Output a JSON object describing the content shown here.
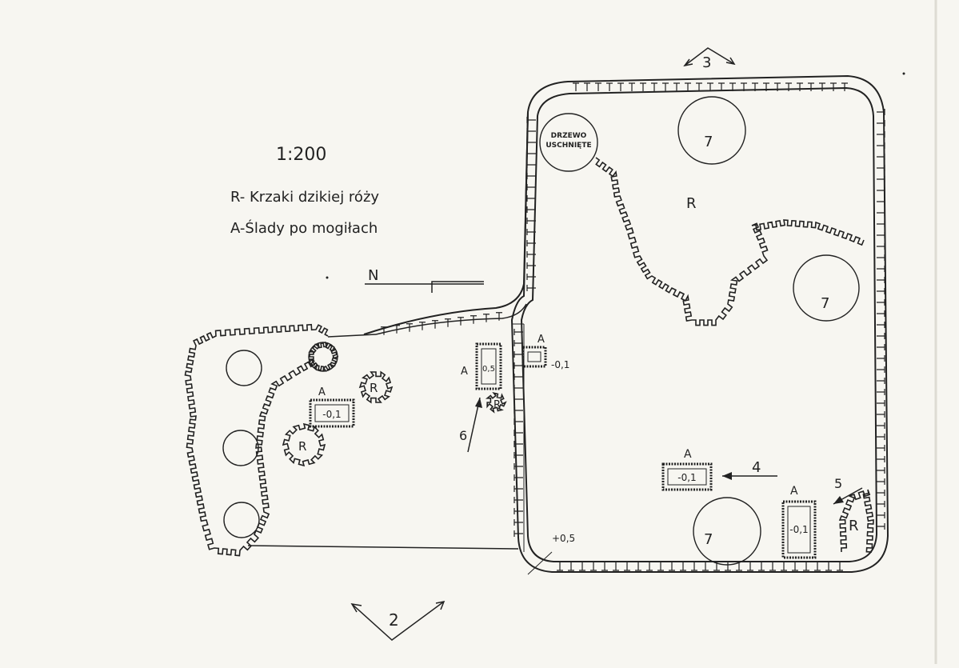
{
  "scale": "1:200",
  "legend": {
    "r_line": "R- Krzaki dzikiej róży",
    "a_line": "A-Ślady po mogiłach"
  },
  "north_label": "N",
  "tree_note": [
    "DRZEWO",
    "USCHNIĘTE"
  ],
  "view_markers": {
    "v2": "2",
    "v3": "3",
    "v4": "4",
    "v5": "5",
    "v6": "6"
  },
  "bush_label": "R",
  "grave_letter": "A",
  "tree_number": "7",
  "graves": {
    "g1": "-0,1",
    "g2": "0,5",
    "g3": "-0,1",
    "g4": "-0,1",
    "g5": "-0,1"
  },
  "level_mark": "+0,5",
  "colors": {
    "paper": "#f7f6f1",
    "ink": "#222222"
  }
}
